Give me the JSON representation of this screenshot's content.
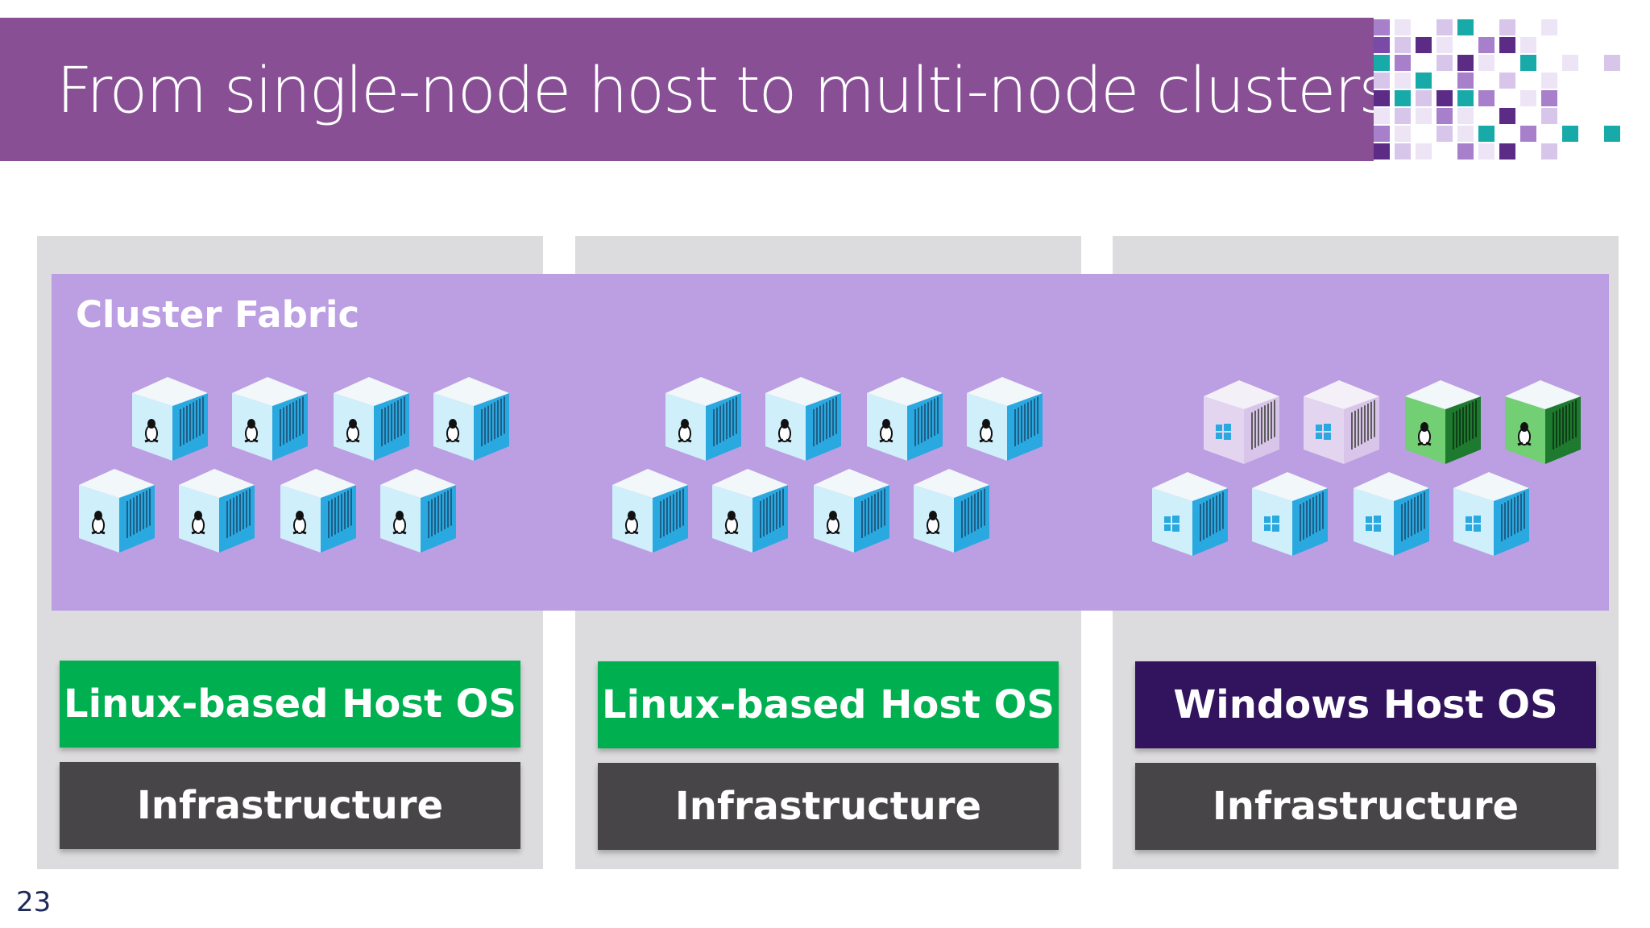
{
  "title": "From single-node host to multi-node clusters",
  "fabric_label": "Cluster Fabric",
  "nodes": [
    {
      "os_label": "Linux-based Host OS",
      "infra_label": "Infrastructure",
      "os_color": "#00b050"
    },
    {
      "os_label": "Linux-based Host OS",
      "infra_label": "Infrastructure",
      "os_color": "#00b050"
    },
    {
      "os_label": "Windows Host OS",
      "infra_label": "Infrastructure",
      "os_color": "#31145d"
    }
  ],
  "colors": {
    "title_bar": "#884f95",
    "fabric": "#bc9ee2",
    "node_bg": "#dcdbdd",
    "infra": "#474547",
    "container_blue": "#2aa9e0",
    "container_green": "#35b041",
    "container_lavender": "#d9c5e9"
  },
  "container_groups": [
    {
      "icon": "linux-icon",
      "count": 8,
      "style": "blue"
    },
    {
      "icon": "linux-icon",
      "count": 8,
      "style": "blue"
    },
    {
      "icon": "mixed",
      "count": 8,
      "styles": [
        "lavender-windows",
        "lavender-windows",
        "green-linux",
        "green-linux",
        "blue-windows",
        "blue-windows",
        "blue-windows",
        "blue-windows"
      ]
    }
  ],
  "page_number": "23"
}
